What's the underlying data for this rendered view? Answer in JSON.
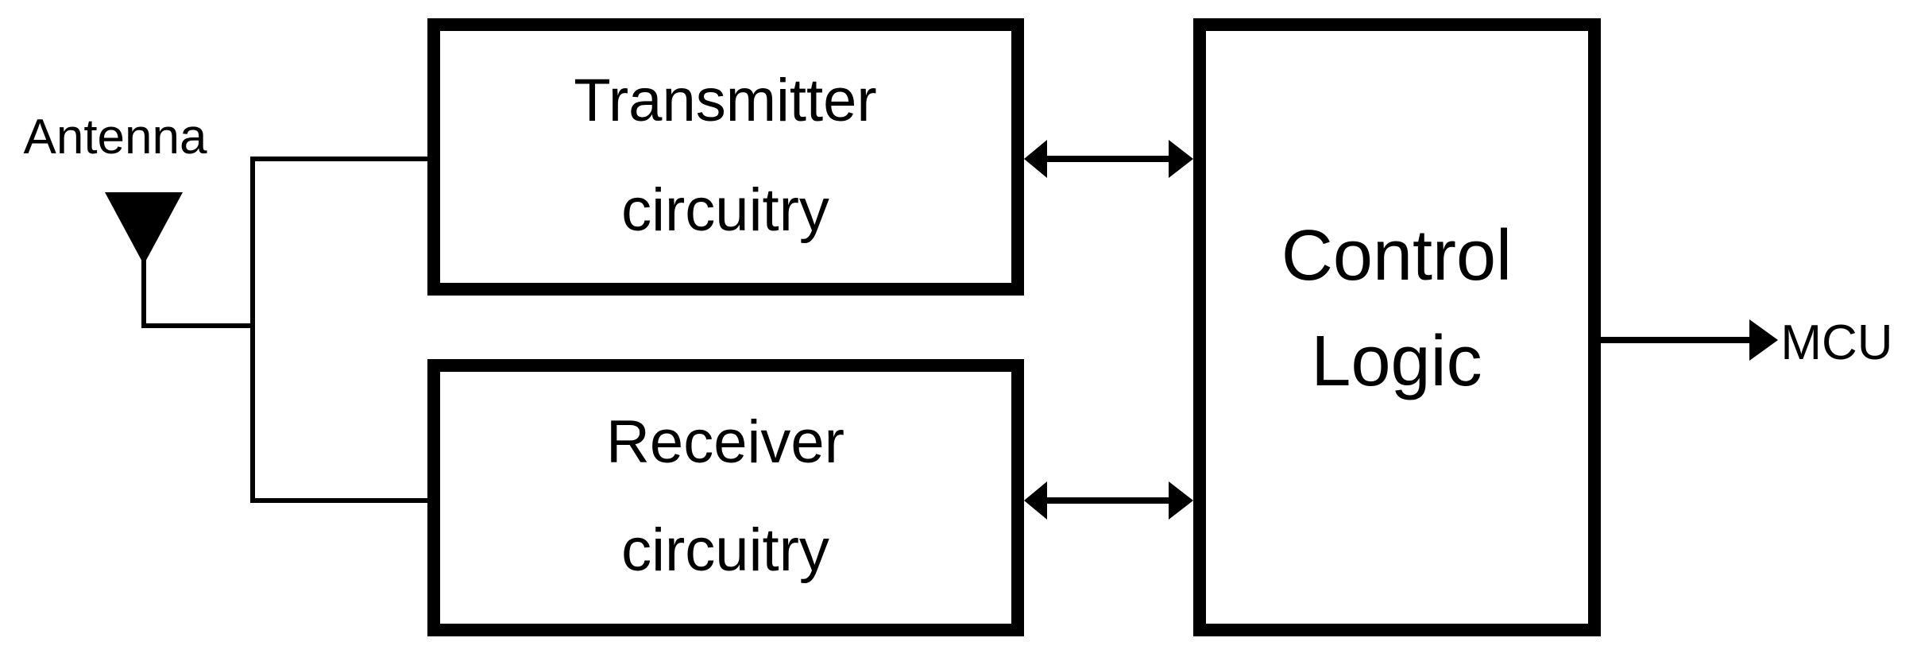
{
  "diagram": {
    "antenna": {
      "label": "Antenna"
    },
    "transmitter": {
      "line1": "Transmitter",
      "line2": "circuitry"
    },
    "receiver": {
      "line1": "Receiver",
      "line2": "circuitry"
    },
    "control": {
      "line1": "Control",
      "line2": "Logic"
    },
    "output": {
      "label": "MCU"
    },
    "connections": [
      {
        "from": "antenna",
        "to": "transmitter",
        "type": "wire"
      },
      {
        "from": "antenna",
        "to": "receiver",
        "type": "wire"
      },
      {
        "from": "transmitter",
        "to": "control",
        "type": "bidirectional-arrow"
      },
      {
        "from": "receiver",
        "to": "control",
        "type": "bidirectional-arrow"
      },
      {
        "from": "control",
        "to": "output",
        "type": "arrow"
      }
    ]
  }
}
